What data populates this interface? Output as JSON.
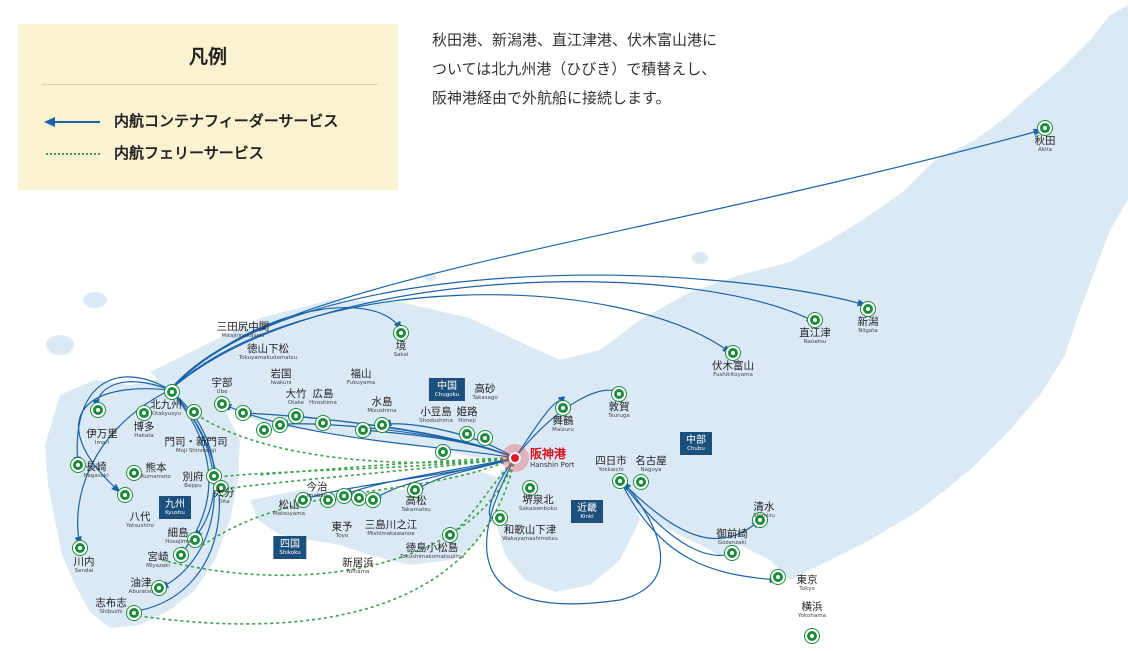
{
  "legend": {
    "title": "凡例",
    "container_label": "内航コンテナフィーダーサービス",
    "ferry_label": "内航フェリーサービス",
    "container_color": "#1b63a8",
    "ferry_color": "#3aa14a"
  },
  "note": {
    "line1": "秋田港、新潟港、直江津港、伏木富山港に",
    "line2": "ついては北九州港（ひびき）で積替えし、",
    "line3": "阪神港経由で外航船に接続します。"
  },
  "hub": {
    "ja": "阪神港",
    "en": "Hanshin Port"
  },
  "regions": {
    "chugoku": {
      "ja": "中国",
      "en": "Chugoku"
    },
    "kinki": {
      "ja": "近畿",
      "en": "Kinki"
    },
    "chubu": {
      "ja": "中部",
      "en": "Chubu"
    },
    "kyushu": {
      "ja": "九州",
      "en": "Kyushu"
    },
    "shikoku": {
      "ja": "四国",
      "en": "Shikoku"
    }
  },
  "ports": {
    "akita": {
      "ja": "秋田",
      "en": "Akita"
    },
    "niigata": {
      "ja": "新潟",
      "en": "Niigata"
    },
    "naoetsu": {
      "ja": "直江津",
      "en": "Naoetsu"
    },
    "fushikitoyama": {
      "ja": "伏木富山",
      "en": "Fushikitoyama"
    },
    "tsuruga": {
      "ja": "敦賀",
      "en": "Tsuruga"
    },
    "maizuru": {
      "ja": "舞鶴",
      "en": "Maizuru"
    },
    "sakai": {
      "ja": "境",
      "en": "Sakai"
    },
    "takasago": {
      "ja": "高砂",
      "en": "Takasago"
    },
    "himeji": {
      "ja": "姫路",
      "en": "Himeji"
    },
    "shodoshima": {
      "ja": "小豆島",
      "en": "Shodoshima"
    },
    "mizushima": {
      "ja": "水島",
      "en": "Mizushima"
    },
    "fukuyama": {
      "ja": "福山",
      "en": "Fukuyama"
    },
    "hiroshima": {
      "ja": "広島",
      "en": "Hiroshima"
    },
    "otake": {
      "ja": "大竹",
      "en": "Otake"
    },
    "iwakuni": {
      "ja": "岩国",
      "en": "Iwakuni"
    },
    "tokuyama": {
      "ja": "徳山下松",
      "en": "Tokuyamakudamatsu"
    },
    "mitajiri": {
      "ja": "三田尻中関",
      "en": "Mitajirinakaseki"
    },
    "ube": {
      "ja": "宇部",
      "en": "Ube"
    },
    "kitakyushu": {
      "ja": "北九州",
      "en": "Kitakyusyu"
    },
    "moji": {
      "ja": "門司・新門司",
      "en": "Moji Shinmonji"
    },
    "hakata": {
      "ja": "博多",
      "en": "Hakata"
    },
    "imari": {
      "ja": "伊万里",
      "en": "Imari"
    },
    "nagasaki": {
      "ja": "長崎",
      "en": "Nagasaki"
    },
    "kumamoto": {
      "ja": "熊本",
      "en": "Kumamoto"
    },
    "beppu": {
      "ja": "別府",
      "en": "Beppu"
    },
    "oita": {
      "ja": "大分",
      "en": "Oita"
    },
    "yatsushiro": {
      "ja": "八代",
      "en": "Yatsushiro"
    },
    "hosojima": {
      "ja": "細島",
      "en": "Hosojima"
    },
    "sendai": {
      "ja": "川内",
      "en": "Sendai"
    },
    "miyazaki": {
      "ja": "宮崎",
      "en": "Miyazaki"
    },
    "aburatsu": {
      "ja": "油津",
      "en": "Aburatsu"
    },
    "shibushi": {
      "ja": "志布志",
      "en": "Shibushi"
    },
    "matsuyama": {
      "ja": "松山",
      "en": "Matsuyama"
    },
    "imabari": {
      "ja": "今治",
      "en": "Imabari"
    },
    "toyo": {
      "ja": "東予",
      "en": "Toyo"
    },
    "niihama": {
      "ja": "新居浜",
      "en": "Niihama"
    },
    "mishima": {
      "ja": "三島川之江",
      "en": "Mishimakawanoe"
    },
    "takamatsu": {
      "ja": "高松",
      "en": "Takamatsu"
    },
    "tokushima": {
      "ja": "徳島小松島",
      "en": "Tokushimakomatsujima"
    },
    "sakaisenboku": {
      "ja": "堺泉北",
      "en": "Sakaisenboku"
    },
    "wakayama": {
      "ja": "和歌山下津",
      "en": "Wakayamashimotsu"
    },
    "yokkaichi": {
      "ja": "四日市",
      "en": "Yokkaichi"
    },
    "nagoya": {
      "ja": "名古屋",
      "en": "Nagoya"
    },
    "gozenzaki": {
      "ja": "御前崎",
      "en": "Gozenzaki"
    },
    "shimizu": {
      "ja": "清水",
      "en": "Shimizu"
    },
    "tokyo": {
      "ja": "東京",
      "en": "Tokyo"
    },
    "yokohama": {
      "ja": "横浜",
      "en": "Yokohama"
    }
  },
  "colors": {
    "land": "#dbe9f4",
    "port_dot": "#1e8a3e",
    "region_box": "#1d4f7d",
    "hub": "#e0182d"
  }
}
